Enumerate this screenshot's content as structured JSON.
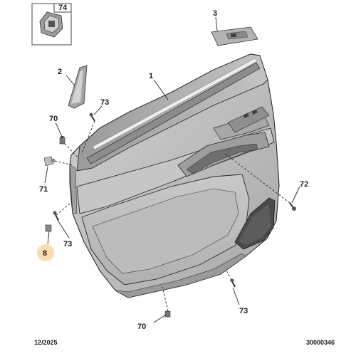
{
  "callouts": {
    "c74": "74",
    "c3": "3",
    "c2": "2",
    "c1": "1",
    "c73_top": "73",
    "c70_top": "70",
    "c71": "71",
    "c72": "72",
    "c8": "8",
    "c73_mid": "73",
    "c73_bottom": "73",
    "c70_bottom": "70"
  },
  "footer": {
    "date": "12/2025",
    "reference": "30000346"
  },
  "highlight_color": "#f9ddb1"
}
